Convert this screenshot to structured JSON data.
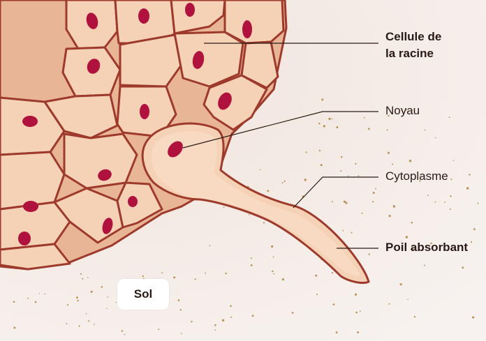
{
  "labels": {
    "cellule_line1": "Cellule de",
    "cellule_line2": "la racine",
    "noyau": "Noyau",
    "cytoplasme": "Cytoplasme",
    "poil": "Poil absorbant",
    "sol": "Sol"
  },
  "colors": {
    "cell_wall": "#9e3a2c",
    "cytoplasm": "#f3cdb1",
    "cell_inner": "#e9b99a",
    "nucleus": "#b0123e",
    "soil_background": "#f3ebe7",
    "grain": "#b8945a",
    "leader_line": "#2a1a14"
  },
  "icons": [
    "root-tissue-illustration",
    "soil-grain-dots"
  ]
}
